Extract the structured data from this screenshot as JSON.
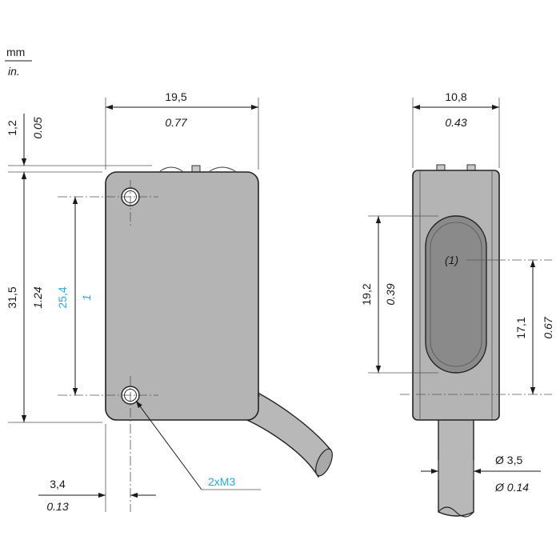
{
  "units": {
    "primary": "mm",
    "secondary": "in."
  },
  "dimensions": {
    "front_width": {
      "mm": "19,5",
      "in": "0.77"
    },
    "front_height": {
      "mm": "31,5",
      "in": "1.24"
    },
    "top_offset": {
      "mm": "1,2",
      "in": "0.05"
    },
    "hole_spacing": {
      "mm": "25,4",
      "in": "1"
    },
    "hole_edge": {
      "mm": "3,4",
      "in": "0.13"
    },
    "side_width": {
      "mm": "10,8",
      "in": "0.43"
    },
    "window_height": {
      "mm": "19,2",
      "in": "0.39"
    },
    "window_center": {
      "mm": "17,1",
      "in": "0.67"
    },
    "cable_diameter": {
      "mm": "Ø 3,5",
      "in": "Ø 0.14"
    }
  },
  "labels": {
    "holes": "2xM3",
    "window_ref": "(1)"
  },
  "colors": {
    "body_fill": "#b4b4b4",
    "window_fill": "#8a8a8a",
    "line": "#1a1a1a",
    "callout": "#2aa8d8"
  }
}
